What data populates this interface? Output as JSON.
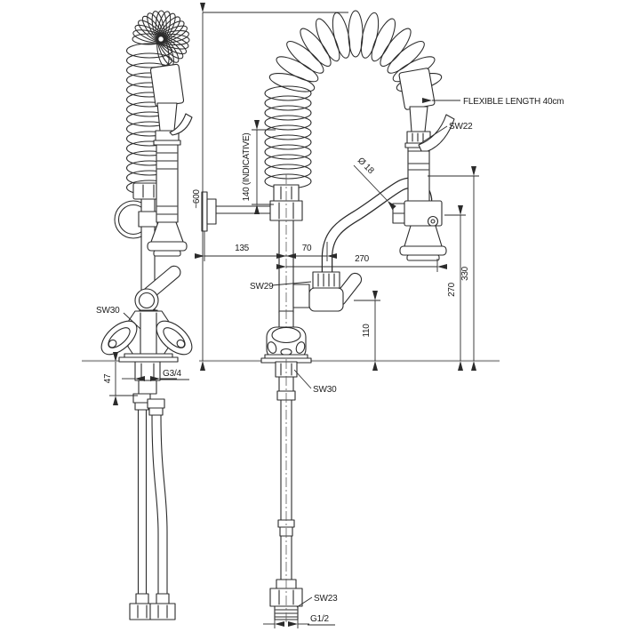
{
  "page": {
    "background": "#ffffff",
    "line_color": "#2b2b2b",
    "deck_line_color": "#ababab"
  },
  "drawing": {
    "callouts": {
      "flexible_length": "FLEXIBLE LENGTH 40cm",
      "sw22": "SW22",
      "sw29": "SW29",
      "sw30": "SW30",
      "sw23": "SW23",
      "g34": "G3/4",
      "g12": "G1/2",
      "dia18": "Ø 18"
    },
    "dimensions": {
      "total_height": "~600",
      "coil_indicative": "140  (INDICATIVE)",
      "wall_to_riser": "135",
      "riser_to_swivel": "70",
      "spout_reach": "270",
      "spout_height": "110",
      "outlet_height": "270",
      "tube_top_height": "330",
      "shank_length": "47"
    }
  }
}
